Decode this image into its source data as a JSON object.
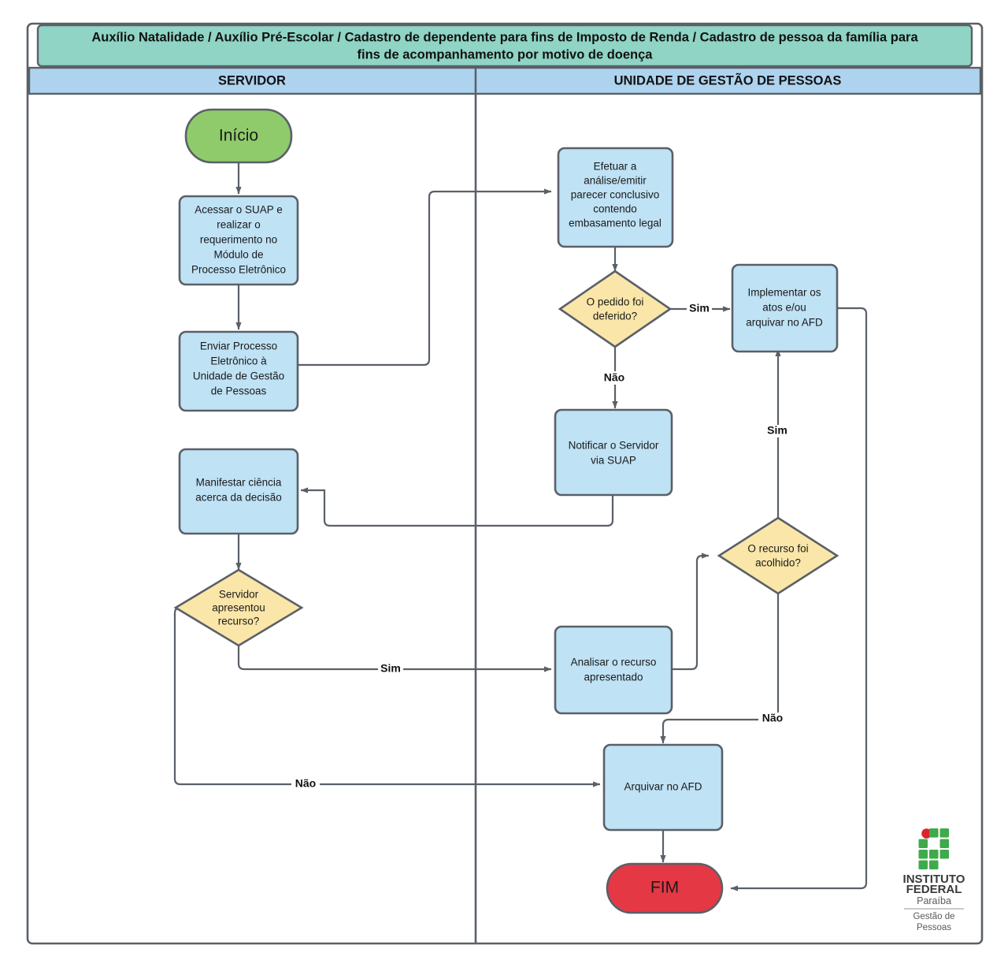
{
  "diagram": {
    "title": "Auxílio Natalidade / Auxílio Pré-Escolar / Cadastro de dependente para fins de Imposto de Renda / Cadastro de pessoa da família para fins de acompanhamento por motivo de doença",
    "title_line1": "Auxílio Natalidade / Auxílio Pré-Escolar / Cadastro de dependente para fins de Imposto de Renda / Cadastro de pessoa da família para",
    "title_line2": "fins de acompanhamento por motivo de doença"
  },
  "lanes": [
    {
      "id": "servidor",
      "label": "SERVIDOR"
    },
    {
      "id": "ugp",
      "label": "UNIDADE DE GESTÃO DE PESSOAS"
    }
  ],
  "nodes": [
    {
      "id": "inicio",
      "lane": "servidor",
      "type": "terminator-start",
      "label": "Início",
      "lines": [
        "Início"
      ]
    },
    {
      "id": "acessar-suap",
      "lane": "servidor",
      "type": "process",
      "label": "Acessar o SUAP e realizar o requerimento no Módulo de Processo Eletrônico",
      "lines": [
        "Acessar o SUAP e",
        "realizar o",
        "requerimento no",
        "Módulo de",
        "Processo Eletrônico"
      ]
    },
    {
      "id": "enviar-processo",
      "lane": "servidor",
      "type": "process",
      "label": "Enviar Processo Eletrônico à Unidade de Gestão de Pessoas",
      "lines": [
        "Enviar Processo",
        "Eletrônico à",
        "Unidade de Gestão",
        "de Pessoas"
      ]
    },
    {
      "id": "manifestar-ciencia",
      "lane": "servidor",
      "type": "process",
      "label": "Manifestar ciência acerca da decisão",
      "lines": [
        "Manifestar ciência",
        "acerca da decisão"
      ]
    },
    {
      "id": "servidor-recurso",
      "lane": "servidor",
      "type": "decision",
      "label": "Servidor apresentou recurso?",
      "lines": [
        "Servidor",
        "apresentou",
        "recurso?"
      ]
    },
    {
      "id": "efetuar-analise",
      "lane": "ugp",
      "type": "process",
      "label": "Efetuar a análise/emitir parecer conclusivo contendo embasamento legal",
      "lines": [
        "Efetuar a",
        "análise/emitir",
        "parecer conclusivo",
        "contendo",
        "embasamento legal"
      ]
    },
    {
      "id": "pedido-deferido",
      "lane": "ugp",
      "type": "decision",
      "label": "O pedido foi deferido?",
      "lines": [
        "O pedido foi",
        "deferido?"
      ]
    },
    {
      "id": "implementar-atos",
      "lane": "ugp",
      "type": "process",
      "label": "Implementar os atos e/ou arquivar no AFD",
      "lines": [
        "Implementar os",
        "atos e/ou",
        "arquivar no AFD"
      ]
    },
    {
      "id": "notificar-servidor",
      "lane": "ugp",
      "type": "process",
      "label": "Notificar o Servidor via SUAP",
      "lines": [
        "Notificar o Servidor",
        "via SUAP"
      ]
    },
    {
      "id": "recurso-acolhido",
      "lane": "ugp",
      "type": "decision",
      "label": "O recurso foi acolhido?",
      "lines": [
        "O recurso foi",
        "acolhido?"
      ]
    },
    {
      "id": "analisar-recurso",
      "lane": "ugp",
      "type": "process",
      "label": "Analisar o recurso apresentado",
      "lines": [
        "Analisar o recurso",
        "apresentado"
      ]
    },
    {
      "id": "arquivar-afd",
      "lane": "ugp",
      "type": "process",
      "label": "Arquivar no AFD",
      "lines": [
        "Arquivar no AFD"
      ]
    },
    {
      "id": "fim",
      "lane": "ugp",
      "type": "terminator-end",
      "label": "FIM",
      "lines": [
        "FIM"
      ]
    }
  ],
  "edges": [
    {
      "id": "e-inicio-acessar",
      "from": "inicio",
      "to": "acessar-suap",
      "label": ""
    },
    {
      "id": "e-acessar-enviar",
      "from": "acessar-suap",
      "to": "enviar-processo",
      "label": ""
    },
    {
      "id": "e-enviar-efetuar",
      "from": "enviar-processo",
      "to": "efetuar-analise",
      "label": ""
    },
    {
      "id": "e-efetuar-pedido",
      "from": "efetuar-analise",
      "to": "pedido-deferido",
      "label": ""
    },
    {
      "id": "e-pedido-sim",
      "from": "pedido-deferido",
      "to": "implementar-atos",
      "label": "Sim"
    },
    {
      "id": "e-pedido-nao",
      "from": "pedido-deferido",
      "to": "notificar-servidor",
      "label": "Não"
    },
    {
      "id": "e-notificar-manifestar",
      "from": "notificar-servidor",
      "to": "manifestar-ciencia",
      "label": ""
    },
    {
      "id": "e-manifestar-decisao",
      "from": "manifestar-ciencia",
      "to": "servidor-recurso",
      "label": ""
    },
    {
      "id": "e-recurso-sim",
      "from": "servidor-recurso",
      "to": "analisar-recurso",
      "label": "Sim"
    },
    {
      "id": "e-recurso-nao",
      "from": "servidor-recurso",
      "to": "arquivar-afd",
      "label": "Não"
    },
    {
      "id": "e-analisar-acolhido",
      "from": "analisar-recurso",
      "to": "recurso-acolhido",
      "label": ""
    },
    {
      "id": "e-acolhido-sim",
      "from": "recurso-acolhido",
      "to": "implementar-atos",
      "label": "Sim"
    },
    {
      "id": "e-acolhido-nao",
      "from": "recurso-acolhido",
      "to": "arquivar-afd",
      "label": "Não"
    },
    {
      "id": "e-arquivar-fim",
      "from": "arquivar-afd",
      "to": "fim",
      "label": ""
    },
    {
      "id": "e-implementar-fim",
      "from": "implementar-atos",
      "to": "fim",
      "label": ""
    }
  ],
  "edge_labels": {
    "sim": "Sim",
    "nao": "Não"
  },
  "logo": {
    "word1": "INSTITUTO",
    "word2": "FEDERAL",
    "state": "Paraíba",
    "unit_line1": "Gestão de",
    "unit_line2": "Pessoas"
  },
  "colors": {
    "title_band": "#8fd4c4",
    "lane_header": "#aed3ef",
    "process_fill": "#bfe2f5",
    "decision_fill": "#fae6a8",
    "start_fill": "#8fcb6b",
    "end_fill": "#e43844",
    "stroke": "#5a6068",
    "logo_green": "#3faa4b",
    "logo_red": "#d9232e"
  }
}
